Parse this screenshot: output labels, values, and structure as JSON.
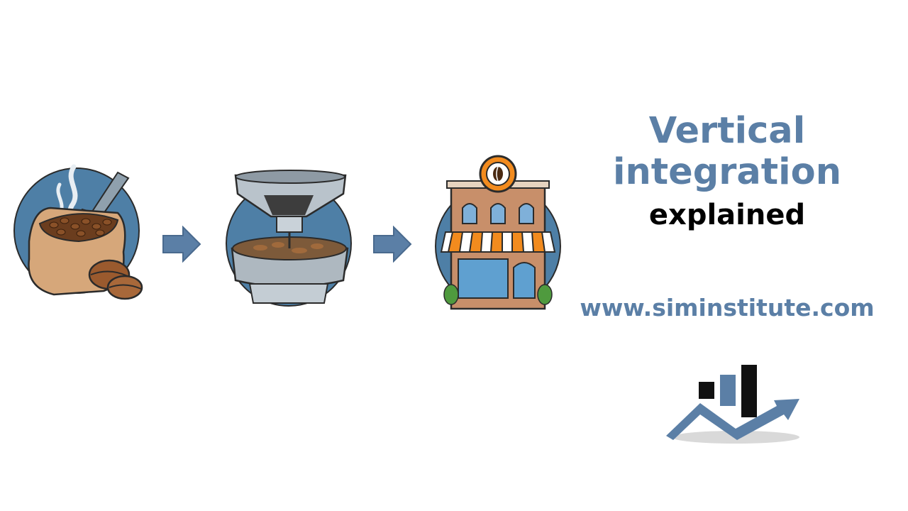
{
  "slide": {
    "title_line1": "Vertical",
    "title_line2": "integration",
    "title_line3": "explained",
    "website": "www.siminstitute.com"
  },
  "illustrations": [
    "coffee-beans-sack-icon",
    "coffee-roaster-icon",
    "coffee-shop-icon"
  ],
  "colors": {
    "accent_blue": "#5b7fa6",
    "circle_blue": "#4e7fa6",
    "text_black": "#000000",
    "background": "#ffffff"
  }
}
